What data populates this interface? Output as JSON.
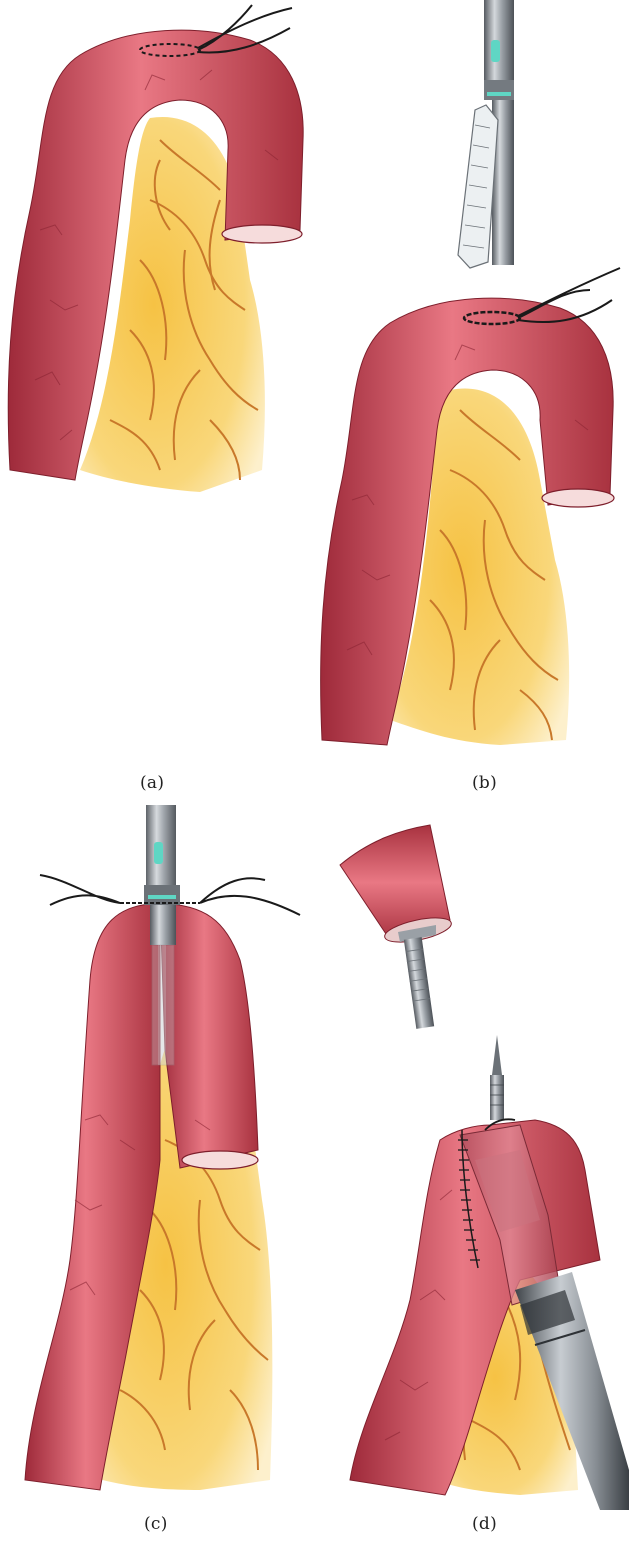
{
  "panels": [
    {
      "id": "a",
      "caption": "(a)"
    },
    {
      "id": "b",
      "caption": "(b)"
    },
    {
      "id": "c",
      "caption": "(c)"
    },
    {
      "id": "d",
      "caption": "(d)"
    }
  ],
  "colors": {
    "bowel_dark": "#9e2a3a",
    "bowel_mid": "#d0505e",
    "bowel_light": "#ee8a94",
    "lumen": "#f6dcdc",
    "fat_fill": "#f7c955",
    "fat_edge": "#fbe7b0",
    "fat_lines": "#c8782a",
    "instrument_dark": "#5b6066",
    "instrument_light": "#c9ced3",
    "indicator": "#5fd6c4",
    "suture": "#1a1a1a"
  }
}
